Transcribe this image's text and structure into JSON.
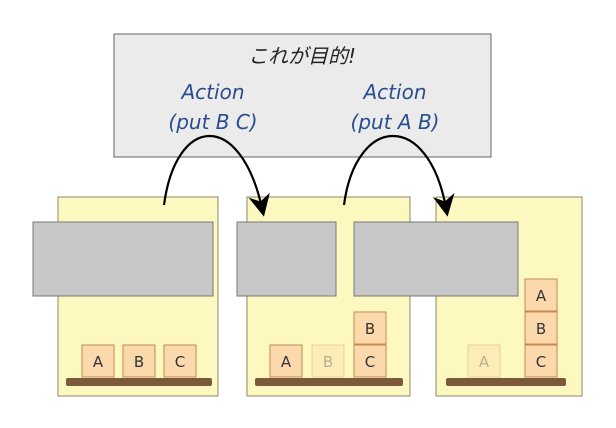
{
  "callout": {
    "title": "これが目的!",
    "actions": [
      {
        "line1": "Action",
        "line2": "(put B C)"
      },
      {
        "line1": "Action",
        "line2": "(put A B)"
      }
    ]
  },
  "states": [
    {
      "name": "state-1",
      "blocks": [
        {
          "label": "A",
          "ghost": false
        },
        {
          "label": "B",
          "ghost": false
        },
        {
          "label": "C",
          "ghost": false
        }
      ]
    },
    {
      "name": "state-2",
      "blocks": [
        {
          "label": "A",
          "ghost": false
        },
        {
          "label": "B",
          "ghost": true
        },
        {
          "label": "C",
          "ghost": false
        },
        {
          "label": "B",
          "ghost": false
        }
      ]
    },
    {
      "name": "state-3",
      "blocks": [
        {
          "label": "A",
          "ghost": true
        },
        {
          "label": "C",
          "ghost": false
        },
        {
          "label": "B",
          "ghost": false
        },
        {
          "label": "A",
          "ghost": false
        }
      ]
    }
  ],
  "colors": {
    "panel_fill": "#fdf8c0",
    "panel_stroke": "#8a8a6a",
    "gray_box": "#c8c8c8",
    "callout_fill": "#ebebeb",
    "block_fill": "#fbd9ac",
    "block_stroke": "#c08a50",
    "shelf": "#7a5a3a",
    "action_text": "#2a4d8f"
  }
}
